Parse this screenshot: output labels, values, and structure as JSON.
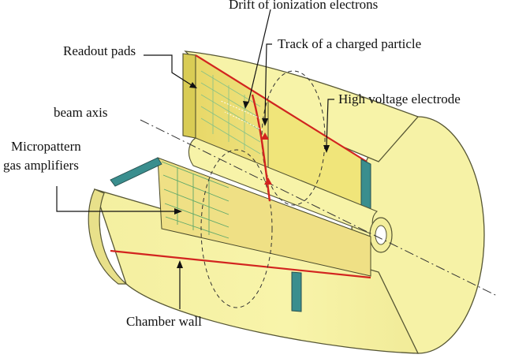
{
  "labels": {
    "drift": "Drift of ionization electrons",
    "track": "Track of a charged particle",
    "readout": "Readout pads",
    "hv": "High voltage electrode",
    "beam": "beam axis",
    "micro_line1": "Micropattern",
    "micro_line2": "gas amplifiers",
    "wall": "Chamber wall"
  },
  "colors": {
    "body": "#f7f4a0",
    "body_dark": "#e9e27a",
    "inner": "#efe58a",
    "pads": "#d8cf5c",
    "mesh": "#7bbf8a",
    "edge": "#4a4a2a",
    "red": "#d2241f",
    "teal": "#3a8e8e"
  }
}
